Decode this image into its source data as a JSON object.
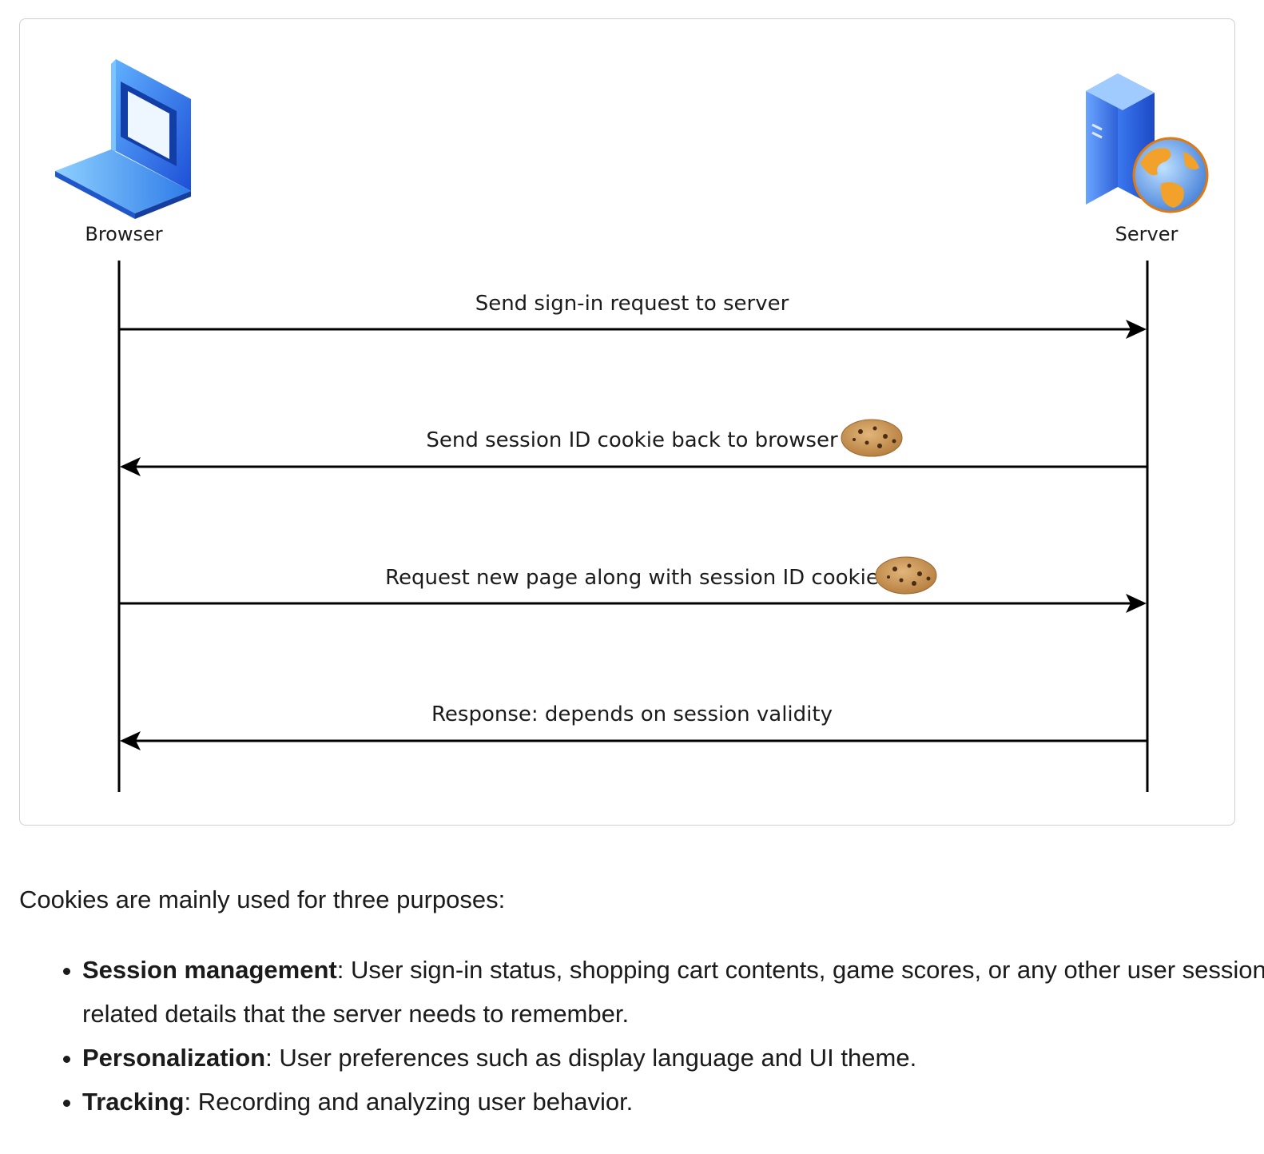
{
  "diagram": {
    "actors": {
      "browser": {
        "label": "Browser",
        "icon": "laptop-icon"
      },
      "server": {
        "label": "Server",
        "icon": "server-globe-icon"
      }
    },
    "messages": [
      {
        "label": "Send sign-in request to server",
        "direction": "to-server",
        "cookie": false
      },
      {
        "label": "Send session ID cookie back to browser",
        "direction": "to-browser",
        "cookie": true
      },
      {
        "label": "Request new page along with session ID cookie",
        "direction": "to-server",
        "cookie": true
      },
      {
        "label": "Response: depends on session validity",
        "direction": "to-browser",
        "cookie": false
      }
    ],
    "colors": {
      "line": "#000000",
      "icon_blue": "#2f6de0",
      "cookie": "#c8955a"
    }
  },
  "intro_text": "Cookies are mainly used for three purposes:",
  "purposes": [
    {
      "term": "Session management",
      "description": ": User sign-in status, shopping cart contents, game scores, or any other user session-related details that the server needs to remember."
    },
    {
      "term": "Personalization",
      "description": ": User preferences such as display language and UI theme."
    },
    {
      "term": "Tracking",
      "description": ": Recording and analyzing user behavior."
    }
  ]
}
